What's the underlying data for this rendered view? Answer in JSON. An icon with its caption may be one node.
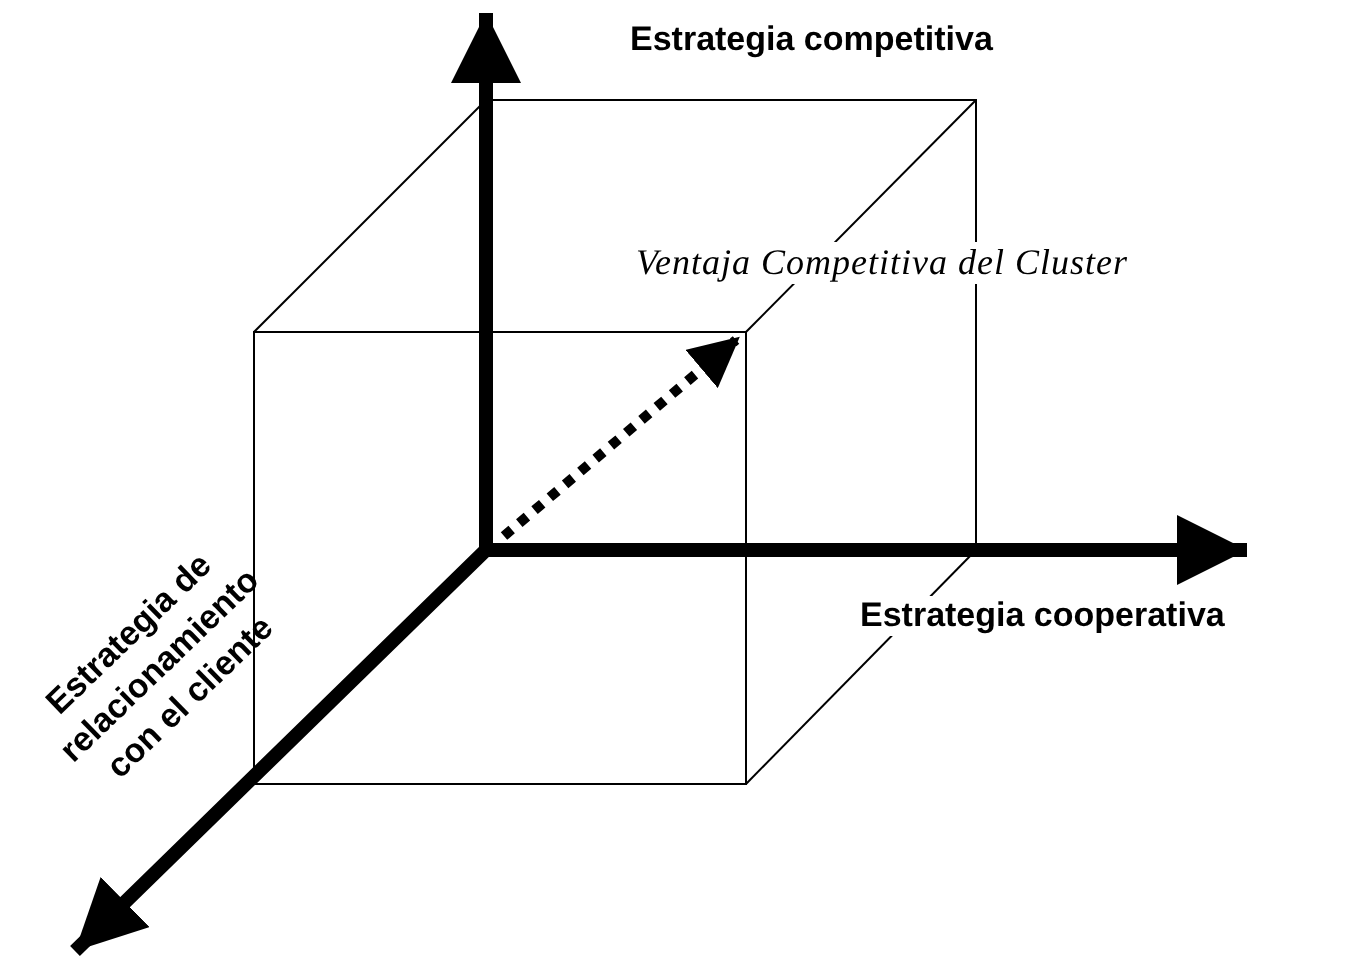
{
  "diagram": {
    "labels": [
      "Estrategia competitiva",
      "Ventaja Competitiva del Cluster",
      "Estrategia cooperativa",
      "Estrategia de relacionamiento con el cliente"
    ]
  }
}
